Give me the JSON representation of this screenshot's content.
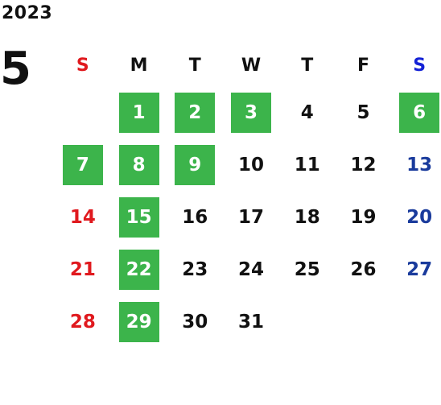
{
  "year": "2023",
  "month": "5",
  "weekdays": [
    "S",
    "M",
    "T",
    "W",
    "T",
    "F",
    "S"
  ],
  "highlight_color": "#3cb44b",
  "sunday_color": "#e0191e",
  "saturday_color": "#1a3b9c",
  "weeks": [
    [
      "",
      "1",
      "2",
      "3",
      "4",
      "5",
      "6"
    ],
    [
      "7",
      "8",
      "9",
      "10",
      "11",
      "12",
      "13"
    ],
    [
      "14",
      "15",
      "16",
      "17",
      "18",
      "19",
      "20"
    ],
    [
      "21",
      "22",
      "23",
      "24",
      "25",
      "26",
      "27"
    ],
    [
      "28",
      "29",
      "30",
      "31",
      "",
      "",
      ""
    ]
  ],
  "highlighted_days": [
    "1",
    "2",
    "3",
    "6",
    "7",
    "8",
    "9",
    "15",
    "22",
    "29"
  ]
}
